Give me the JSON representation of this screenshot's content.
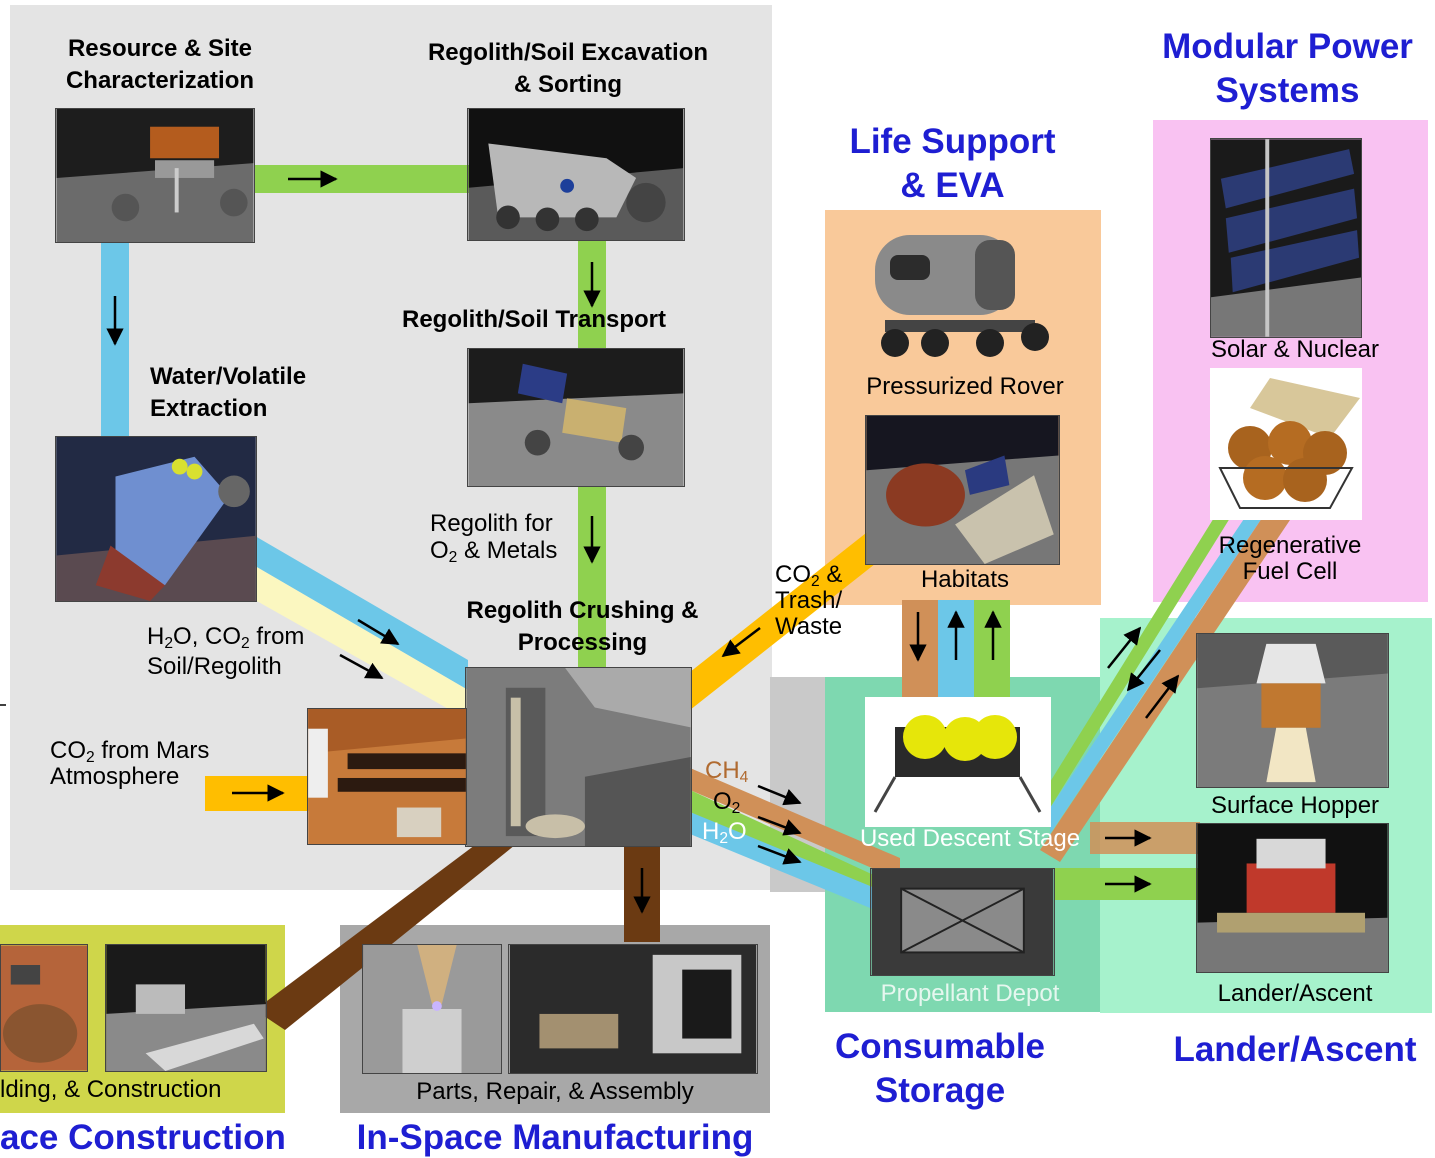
{
  "colors": {
    "blue_heading": "#1e1ed2",
    "panel_gray": "#e4e4e4",
    "green_flow": "#8fd14f",
    "blue_flow": "#6cc7e8",
    "orange_flow": "#ffbe00",
    "brown_flow": "#6b3a12",
    "copper_flow": "#d09058",
    "pale_yellow_flow": "#fbf7c0",
    "life_support_panel": "#f9c99a",
    "power_panel": "#f9c2f2",
    "lander_panel": "#a6f2cc",
    "storage_panel": "#7ed8b0",
    "construction_panel": "#cfd64a",
    "manufacturing_panel": "#a8a8a8"
  },
  "nodes": {
    "resource": {
      "line1": "Resource & Site",
      "line2": "Characterization",
      "icon": "rover-drill-icon"
    },
    "excavation": {
      "line1": "Regolith/Soil Excavation",
      "line2": "& Sorting",
      "icon": "excavator-icon"
    },
    "transport": {
      "label": "Regolith/Soil Transport",
      "icon": "hauler-rover-icon"
    },
    "water": {
      "line1": "Water/Volatile",
      "line2": "Extraction",
      "icon": "extractor-icon"
    },
    "crushing": {
      "line1": "Regolith Crushing &",
      "line2": "Processing",
      "icon": "processing-plant-icon"
    },
    "mars_co2": {
      "icon": "mars-plant-icon"
    }
  },
  "flow_labels": {
    "regolith_for": "Regolith for",
    "o2": "O",
    "sub2": "2",
    "metals": " & Metals",
    "h2o_h": "H",
    "h2o_o": "O, CO",
    "from": " from",
    "soil_regolith": "Soil/Regolith",
    "co2_c": "CO",
    "from_mars": " from Mars",
    "atmosphere": "Atmosphere",
    "co2_amp": " &",
    "trash": "Trash/",
    "waste": "Waste",
    "ch": "CH",
    "sub4": "4",
    "h2o_bottom_h": "H",
    "h2o_bottom_o": "O"
  },
  "sections": {
    "life_support": {
      "line1": "Life Support",
      "line2": "& EVA",
      "rover": "Pressurized Rover",
      "habitats": "Habitats"
    },
    "power": {
      "line1": "Modular Power",
      "line2": "Systems",
      "solar": "Solar & Nuclear",
      "fuel_cell_1": "Regenerative",
      "fuel_cell_2": "Fuel Cell"
    },
    "storage": {
      "line1": "Consumable",
      "line2": "Storage",
      "descent": "Used Descent Stage",
      "depot": "Propellant Depot"
    },
    "lander": {
      "title": "Lander/Ascent",
      "hopper": "Surface Hopper",
      "lander": "Lander/Ascent"
    },
    "construction": {
      "title": "ace Construction",
      "caption": "lding, & Construction"
    },
    "manufacturing": {
      "title": "In-Space Manufacturing",
      "caption": "Parts, Repair, & Assembly"
    }
  }
}
